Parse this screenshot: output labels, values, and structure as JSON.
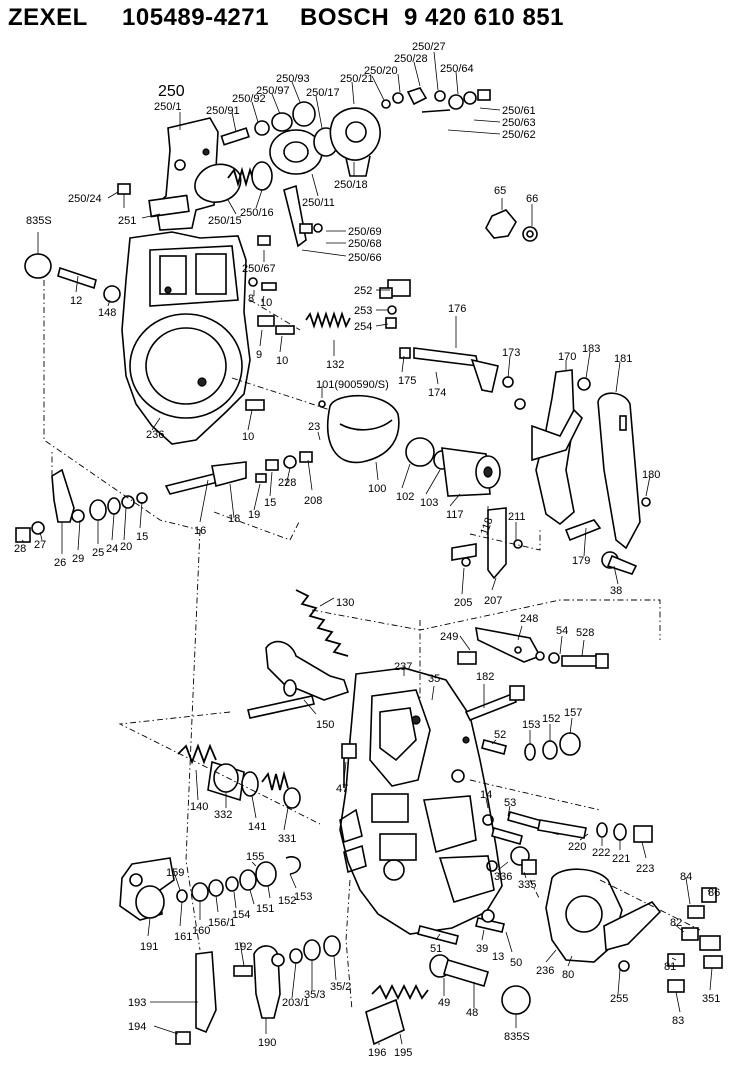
{
  "header": {
    "maker_left": "ZEXEL",
    "part_left": "105489-4271",
    "maker_right": "BOSCH",
    "part_right": "9 420 610 851"
  },
  "labels": {
    "l250_big": "250",
    "l250_1": "250/1",
    "l250_91": "250/91",
    "l250_92": "250/92",
    "l250_97": "250/97",
    "l250_93": "250/93",
    "l250_17": "250/17",
    "l250_21": "250/21",
    "l250_20": "250/20",
    "l250_28": "250/28",
    "l250_27": "250/27",
    "l250_64": "250/64",
    "l250_61": "250/61",
    "l250_63": "250/63",
    "l250_62": "250/62",
    "l250_18": "250/18",
    "l250_11": "250/11",
    "l250_16": "250/16",
    "l250_15": "250/15",
    "l250_24": "250/24",
    "l251": "251",
    "l250_69": "250/69",
    "l250_68": "250/68",
    "l250_66": "250/66",
    "l250_67": "250/67",
    "l835s_a": "835S",
    "l12": "12",
    "l148": "148",
    "l8": "8",
    "l10a": "10",
    "l9": "9",
    "l10b": "10",
    "l132": "132",
    "l252": "252",
    "l253": "253",
    "l254": "254",
    "l176": "176",
    "l65": "65",
    "l66": "66",
    "l175": "175",
    "l174": "174",
    "l173": "173",
    "l170": "170",
    "l183": "183",
    "l181": "181",
    "l101": "101(900590/S)",
    "l236a": "236",
    "l10c": "10",
    "l23": "23",
    "l100": "100",
    "l102": "102",
    "l103": "103",
    "l117": "117",
    "l118": "118",
    "l211": "211",
    "l180": "180",
    "l179": "179",
    "l38": "38",
    "l16": "16",
    "l18": "18",
    "l19": "19",
    "l15a": "15",
    "l228": "228",
    "l208": "208",
    "l28": "28",
    "l27": "27",
    "l26": "26",
    "l29": "29",
    "l25": "25",
    "l24": "24",
    "l20": "20",
    "l15b": "15",
    "l205": "205",
    "l207": "207",
    "l130": "130",
    "l249": "249",
    "l248": "248",
    "l54": "54",
    "l528": "528",
    "l237": "237",
    "l35": "35",
    "l182": "182",
    "l150": "150",
    "l52": "52",
    "l153a": "153",
    "l152a": "152",
    "l157": "157",
    "l47": "47",
    "l140": "140",
    "l332": "332",
    "l141": "141",
    "l331": "331",
    "l14": "14",
    "l53": "53",
    "l220": "220",
    "l222": "222",
    "l221": "221",
    "l223": "223",
    "l155": "155",
    "l159": "159",
    "l153b": "153",
    "l336": "336",
    "l335": "335",
    "l84": "84",
    "l86": "86",
    "l191": "191",
    "l161": "161",
    "l160": "160",
    "l156_1": "156/1",
    "l154": "154",
    "l151": "151",
    "l152b": "152",
    "l82": "82",
    "l51": "51",
    "l39": "39",
    "l13": "13",
    "l50": "50",
    "l236b": "236",
    "l80": "80",
    "l192": "192",
    "l203_1": "203/1",
    "l35_3": "35/3",
    "l35_2": "35/2",
    "l81": "81",
    "l351": "351",
    "l255": "255",
    "l193": "193",
    "l49": "49",
    "l48": "48",
    "l835s_b": "835S",
    "l83": "83",
    "l194": "194",
    "l190": "190",
    "l196": "196",
    "l195": "195"
  }
}
